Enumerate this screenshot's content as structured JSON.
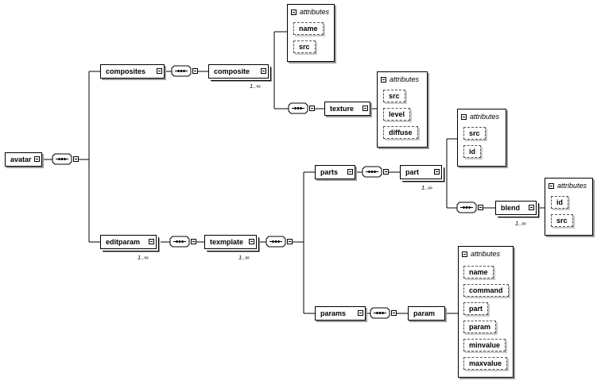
{
  "nodes": {
    "avatar": "avatar",
    "composites": "composites",
    "composite": "composite",
    "texture": "texture",
    "editparam": "editparam",
    "texmplate": "texmplate",
    "parts": "parts",
    "part": "part",
    "blend": "blend",
    "params": "params",
    "param": "param"
  },
  "cardinality": {
    "composite": "1..∞",
    "editparam": "1..∞",
    "texmplate": "1..∞",
    "part": "1..∞",
    "blend": "1..∞"
  },
  "attributes_header": "attributes",
  "attribute_groups": {
    "composite": [
      "name",
      "src"
    ],
    "texture": [
      "src",
      "level",
      "diffuse"
    ],
    "part": [
      "src",
      "id"
    ],
    "blend": [
      "id",
      "src"
    ],
    "param": [
      "name",
      "command",
      "part",
      "param",
      "minvalue",
      "maxvalue"
    ]
  }
}
